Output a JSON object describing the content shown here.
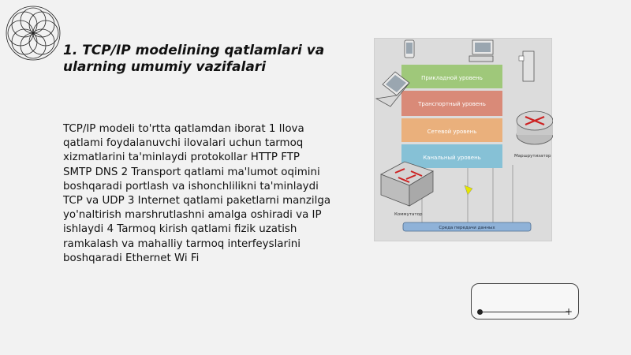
{
  "slide": {
    "title": "1. TCP/IP modelining qatlamlari va ularning umumiy vazifalari",
    "body": "TCP/IP modeli to'rtta qatlamdan iborat 1 Ilova qatlami foydalanuvchi ilovalari uchun tarmoq xizmatlarini ta'minlaydi protokollar HTTP FTP SMTP DNS 2 Transport qatlami ma'lumot oqimini boshqaradi portlash va ishonchlilikni ta'minlaydi TCP va UDP 3 Internet qatlami paketlarni manzilga yo'naltirish marshrutlashni amalga oshiradi va IP ishlaydi 4 Tarmoq kirish qatlami fizik uzatish ramkalash va mahalliy tarmoq interfeyslarini boshqaradi Ethernet Wi Fi"
  },
  "diagram": {
    "layers": [
      {
        "label": "Прикладной уровень",
        "color": "#9fc87a"
      },
      {
        "label": "Транспортный уровень",
        "color": "#d98a78"
      },
      {
        "label": "Сетевой уровень",
        "color": "#eab07c"
      },
      {
        "label": "Канальный уровень",
        "color": "#86c1d6"
      }
    ],
    "router_label": "Маршрутизатор",
    "switch_label": "Коммутатор",
    "bus_label": "Среда передачи данных"
  },
  "colors": {
    "router": "#c9c9c9",
    "arrow": "#cc2222",
    "signal": "#e6e600"
  }
}
